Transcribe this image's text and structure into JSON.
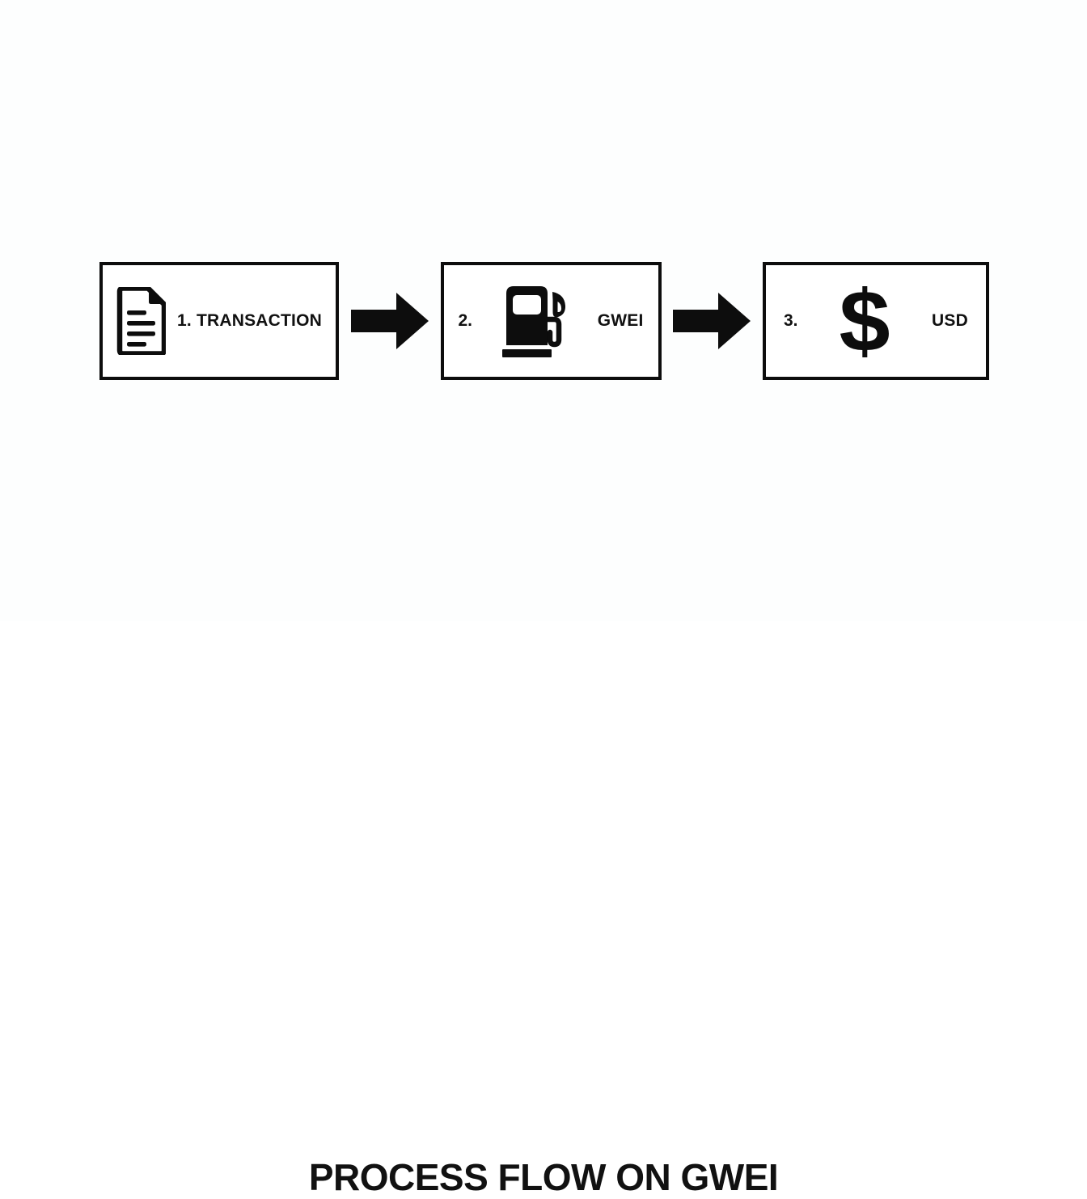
{
  "slide": {
    "title": "PROCESS FLOW ON GWEI",
    "background_color": "#fdfefe",
    "ink_color": "#0d0d0d"
  },
  "flow": {
    "steps": [
      {
        "number": "1.",
        "label": "TRANSACTION",
        "combined_label": "1. TRANSACTION",
        "icon": "document-icon"
      },
      {
        "number": "2.",
        "label": "GWEI",
        "icon": "gas-pump-icon"
      },
      {
        "number": "3.",
        "label": "USD",
        "icon": "dollar-sign-icon",
        "glyph": "$"
      }
    ],
    "connectors": [
      {
        "name": "arrow-1",
        "direction": "right"
      },
      {
        "name": "arrow-2",
        "direction": "right"
      }
    ]
  }
}
